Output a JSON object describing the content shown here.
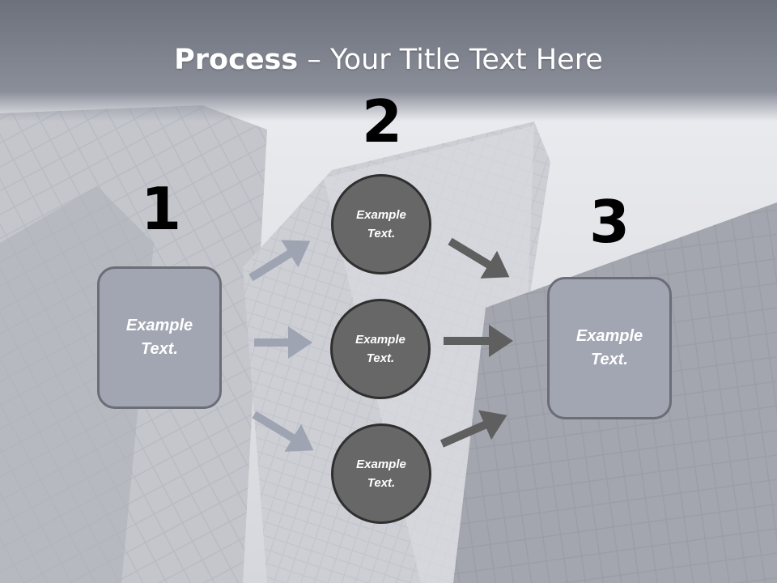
{
  "title": {
    "bold": "Process",
    "rest": " – Your Title Text Here"
  },
  "steps": [
    {
      "number": "1",
      "label": "Example\nText."
    },
    {
      "number": "2",
      "label": ""
    },
    {
      "number": "3",
      "label": "Example\nText."
    }
  ],
  "circles": [
    {
      "label": "Example\nText."
    },
    {
      "label": "Example\nText."
    },
    {
      "label": "Example\nText."
    }
  ],
  "colors": {
    "box_fill": "#a1a6b2",
    "box_border": "#6b6e76",
    "circle_fill": "#676767",
    "circle_border": "#2f2f2f",
    "arrow_left": "#9ea4b2",
    "arrow_right": "#5f5f5f"
  }
}
